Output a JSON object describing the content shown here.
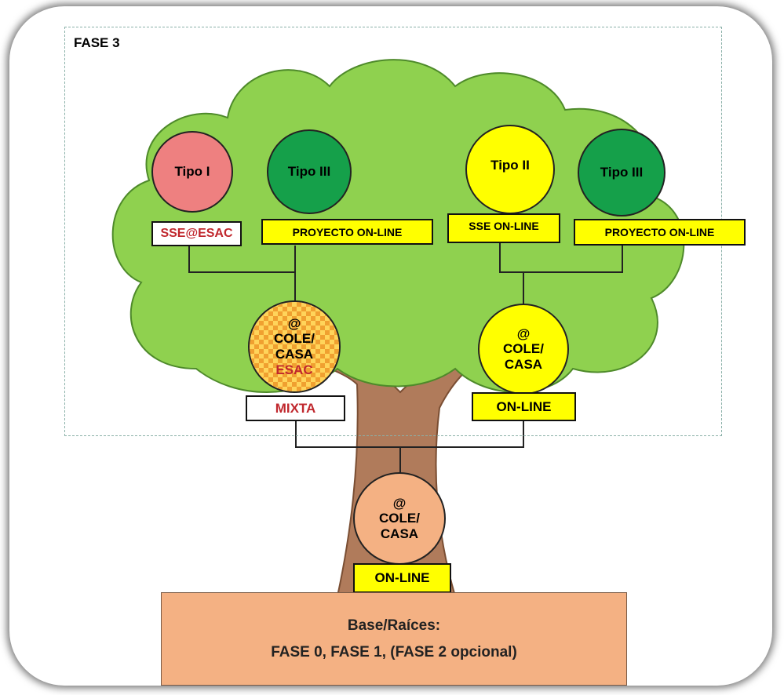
{
  "fase_label": "FASE 3",
  "left_group": {
    "tipo_1": "Tipo I",
    "tipo_3": "Tipo III",
    "box_a": "SSE@ESAC",
    "box_b": "PROYECTO  ON-LINE",
    "node": {
      "at": "@",
      "line1": "COLE/",
      "line2": "CASA",
      "line3": "ESAC"
    },
    "node_box": "MIXTA"
  },
  "right_group": {
    "tipo_2": "Tipo II",
    "tipo_3": "Tipo III",
    "box_a": "SSE ON-LINE",
    "box_b": "PROYECTO  ON-LINE",
    "node": {
      "at": "@",
      "line1": "COLE/",
      "line2": "CASA"
    },
    "node_box": "ON-LINE"
  },
  "root": {
    "node": {
      "at": "@",
      "line1": "COLE/",
      "line2": "CASA"
    },
    "node_box": "ON-LINE"
  },
  "base": {
    "line1": "Base/Raíces:",
    "line2": "FASE 0, FASE 1, (FASE 2 opcional)"
  },
  "colors": {
    "foliage": "#8fd14f",
    "trunk": "#b07b5b",
    "tipo_1": "#ee8080",
    "tipo_3": "#15a04a",
    "tipo_2": "#ffff00",
    "node_left": "#ffd45a",
    "node_right": "#ffff00",
    "node_root": "#f4b183",
    "base": "#f4b183",
    "accent_red": "#c0272d"
  }
}
